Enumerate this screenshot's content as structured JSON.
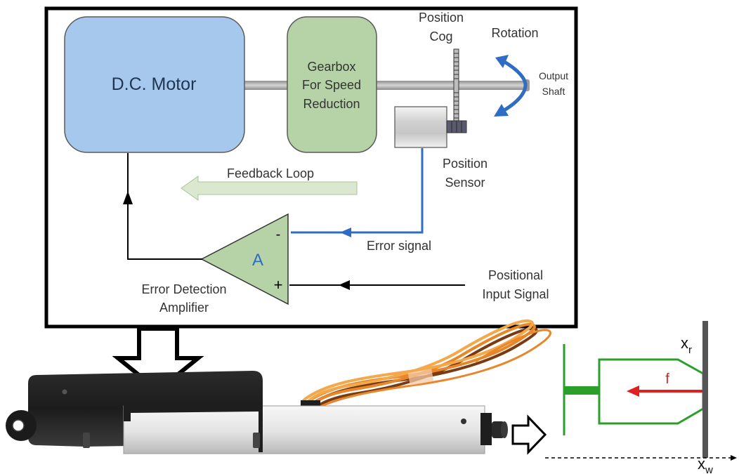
{
  "servo_diagram": {
    "motor_label": "D.C. Motor",
    "gearbox_label": [
      "Gearbox",
      "For Speed",
      "Reduction"
    ],
    "position_cog_label": [
      "Position",
      "Cog"
    ],
    "rotation_label": "Rotation",
    "output_shaft_label": [
      "Output",
      "Shaft"
    ],
    "position_sensor_label": [
      "Position",
      "Sensor"
    ],
    "feedback_loop_label": "Feedback Loop",
    "amplifier_symbol": "A",
    "minus_sign": "-",
    "plus_sign": "+",
    "error_signal_label": "Error signal",
    "positional_input_label": [
      "Positional",
      "Input Signal"
    ],
    "error_amplifier_label": [
      "Error Detection",
      "Amplifier"
    ]
  },
  "force_diagram": {
    "force_label": "f",
    "xr_base": "x",
    "xr_sub": "r",
    "xw_base": "x",
    "xw_sub": "w"
  },
  "colors": {
    "motor_fill": "#a6c8ec",
    "gearbox_fill": "#b5d3a7",
    "amplifier_fill": "#b5d3a7",
    "feedback_arrow": "#dbe8cf",
    "signal_blue": "#2f6cc4",
    "force_red": "#e02020",
    "contact_green": "#2aa02a",
    "wall_gray": "#555555",
    "actuator_black": "#1e1e1e",
    "tube_silver": "#e9e9e9",
    "cable_orange": "#e8862a",
    "cable_brown": "#7a3b13"
  }
}
